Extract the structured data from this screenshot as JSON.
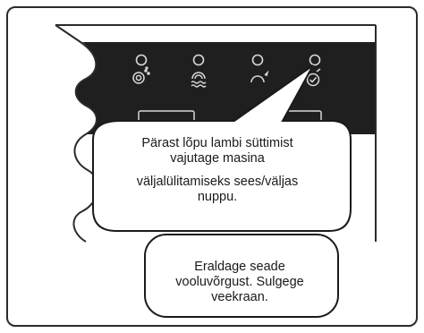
{
  "callouts": {
    "first": {
      "line1": "Pärast lõpu lambi süttimist",
      "line2": "vajutage masina",
      "line3": "väljalülitamiseks sees/väljas",
      "line4": "nuppu."
    },
    "second": {
      "line1": "Eraldage seade",
      "line2": "vooluvõrgust. Sulgege",
      "line3": "veekraan."
    }
  },
  "indicators": [
    {
      "icon": "pre-wash-icon",
      "lit": false
    },
    {
      "icon": "wash-icon",
      "lit": false
    },
    {
      "icon": "drying-icon",
      "lit": false
    },
    {
      "icon": "end-of-program-icon",
      "lit": true
    }
  ],
  "colors": {
    "panel": "#1f1f1f",
    "outline": "#2b2b2b",
    "icon": "#d9d9d9",
    "background": "#ffffff"
  }
}
